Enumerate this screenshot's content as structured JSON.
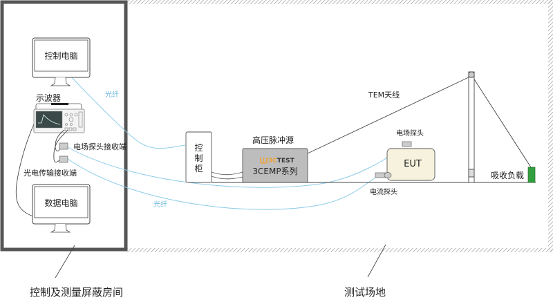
{
  "diagram": {
    "rooms": {
      "control_room": "控制及测量屏蔽房间",
      "test_site": "测试场地"
    },
    "devices": {
      "control_pc": "控制电脑",
      "oscilloscope": "示波器",
      "field_probe_receiver": "电场探头接收端",
      "optical_receiver": "光电传输接收端",
      "data_pc": "数据电脑",
      "control_cabinet": [
        "控",
        "制",
        "柜"
      ],
      "pulse_source_title": "高压脉冲源",
      "pulse_source_brand": "3CTEST",
      "pulse_source_brand_prefix": "3C",
      "pulse_source_brand_suffix": "TEST",
      "pulse_source_model": "3CEMP系列",
      "tem_antenna": "TEM天线",
      "field_probe": "电场探头",
      "eut": "EUT",
      "current_probe": "电流探头",
      "absorb_load": "吸收负载"
    },
    "fiber_labels": [
      "光纤",
      "光纤"
    ],
    "colors": {
      "shield_wall": "#555555",
      "hatch": "#9a9a9a",
      "fiber": "#8ccbe8",
      "brand_orange": "#f0a030",
      "pulse_box": "#bdbdbd",
      "eut_fill": "#f6f2de",
      "load_green": "#33a040"
    }
  }
}
